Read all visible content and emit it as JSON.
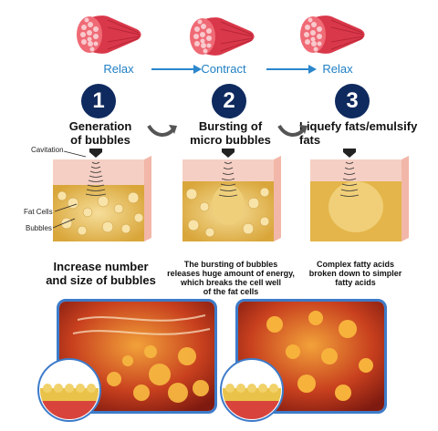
{
  "phases": {
    "relax_1": "Relax",
    "contract": "Contract",
    "relax_2": "Relax"
  },
  "steps": [
    {
      "number": "1",
      "title_line1": "Generation",
      "title_line2": "of bubbles"
    },
    {
      "number": "2",
      "title_line1": "Bursting of",
      "title_line2": "micro bubbles"
    },
    {
      "number": "3",
      "title_line1": "Liquefy fats/emulsify",
      "title_line2": "fats"
    }
  ],
  "labels": {
    "cavitation": "Cavitation",
    "fat_cells": "Fat Cells",
    "bubbles": "Bubbles"
  },
  "captions": [
    {
      "line1": "Increase number",
      "line2": "and size of bubbles",
      "line3": ""
    },
    {
      "line1": "The bursting of bubbles",
      "line2": "releases huge amount of energy,",
      "line3": "which breaks the cell well",
      "line4": "of the fat cells"
    },
    {
      "line1": "Complex fatty acids",
      "line2": "broken down to simpler",
      "line3": "fatty acids"
    }
  ],
  "colors": {
    "accent_blue": "#1f7fc4",
    "step_badge": "#0f2a5e",
    "muscle_red": "#e0404f",
    "skin_pink": "#f6cfc4",
    "fat_yellow": "#e8c15a",
    "photo_border": "#3d7bc9"
  },
  "icons": [
    "muscle-fiber-icon",
    "right-arrow-icon",
    "curved-arrow-icon",
    "transducer-icon"
  ]
}
